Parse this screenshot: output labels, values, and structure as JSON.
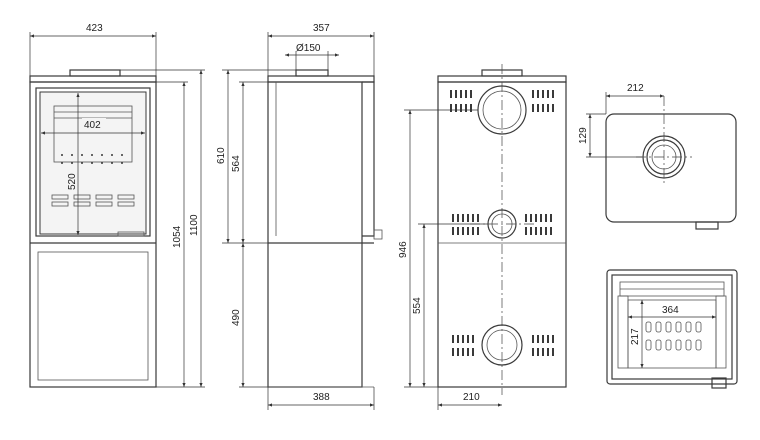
{
  "front_view": {
    "width": "423",
    "inner_width": "402",
    "inner_height": "520",
    "total_height_a": "1054",
    "total_height_b": "1100"
  },
  "side_view": {
    "depth_top": "357",
    "flue_diameter": "Ø150",
    "height_a": "610",
    "height_b": "564",
    "height_c": "490",
    "depth_bottom": "388"
  },
  "rear_view": {
    "height": "946",
    "height_low": "554",
    "flue_offset": "210"
  },
  "top_view": {
    "flue_x": "212",
    "flue_y": "129"
  },
  "base_view": {
    "width": "364",
    "height": "217"
  }
}
